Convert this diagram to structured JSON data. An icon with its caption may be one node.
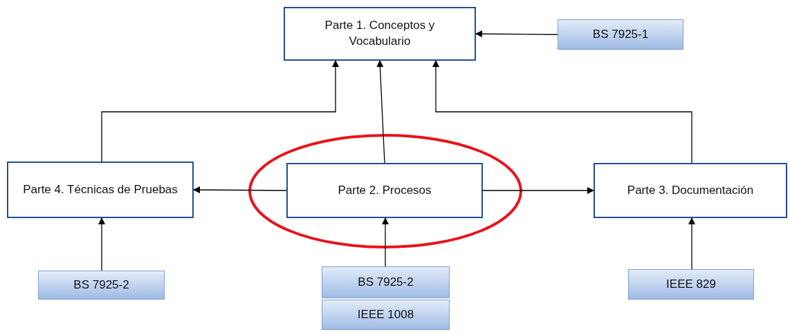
{
  "diagram": {
    "nodes": [
      {
        "text": [
          "Parte 1. Conceptos y Vocabulario"
        ]
      },
      {
        "text": [
          "BS 7925-1"
        ]
      },
      {
        "text": [
          "Parte 4. Técnicas de Pruebas"
        ]
      },
      {
        "text": [
          "Parte 2. Procesos"
        ]
      },
      {
        "text": [
          "Parte 3. Documentación"
        ]
      },
      {
        "text": [
          "BS 7925-2"
        ]
      },
      {
        "text": [
          "BS 7925-2"
        ]
      },
      {
        "text": [
          "IEEE 1008"
        ]
      },
      {
        "text": [
          "IEEE 829"
        ]
      }
    ],
    "edges": [
      {
        "from": 1,
        "to": 0,
        "arrow": "to"
      },
      {
        "from": 2,
        "to": 0,
        "arrow": "to"
      },
      {
        "from": 3,
        "to": 0,
        "arrow": "to"
      },
      {
        "from": 4,
        "to": 0,
        "arrow": "to"
      },
      {
        "from": 3,
        "to": 2,
        "arrow": "to"
      },
      {
        "from": 3,
        "to": 4,
        "arrow": "to"
      },
      {
        "from": 5,
        "to": 2,
        "arrow": "to"
      },
      {
        "from": 6,
        "to": 3,
        "arrow": "to"
      },
      {
        "from": 8,
        "to": 4,
        "arrow": "to"
      }
    ]
  }
}
